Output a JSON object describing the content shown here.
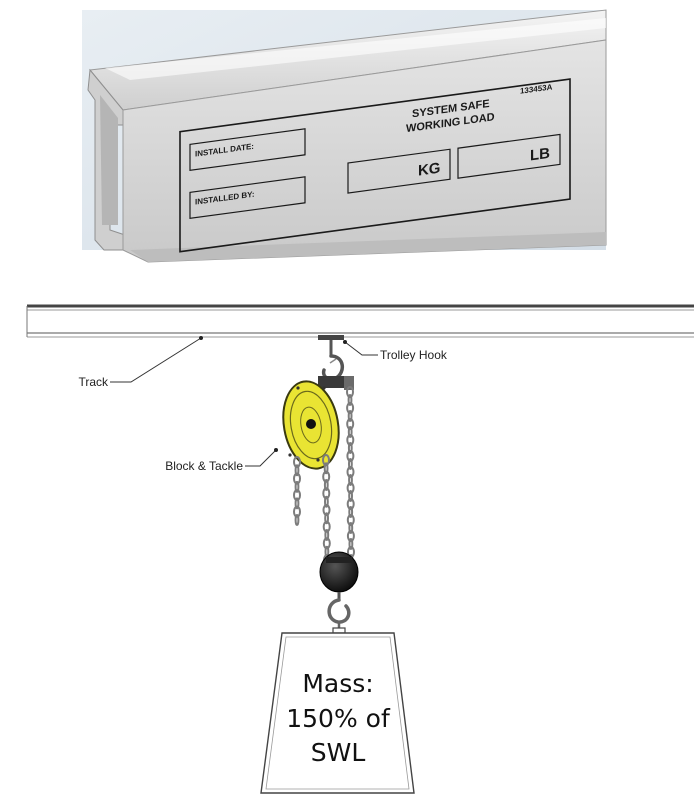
{
  "plate": {
    "part_number": "133453A",
    "install_date_label": "INSTALL DATE:",
    "installed_by_label": "INSTALLED BY:",
    "swl_line1": "SYSTEM SAFE",
    "swl_line2": "WORKING LOAD",
    "kg_unit": "KG",
    "lb_unit": "LB"
  },
  "callouts": {
    "track": "Track",
    "trolley_hook": "Trolley Hook",
    "block_tackle": "Block & Tackle"
  },
  "mass": {
    "line1": "Mass:",
    "line2": "150% of",
    "line3": "SWL"
  },
  "colors": {
    "tackle_yellow": "#e9e433",
    "tackle_outline": "#3a3a10",
    "chain_gray": "#7c7c7c",
    "track_gray": "#b5b5b5",
    "photo_bg": "#dfe7ee"
  }
}
